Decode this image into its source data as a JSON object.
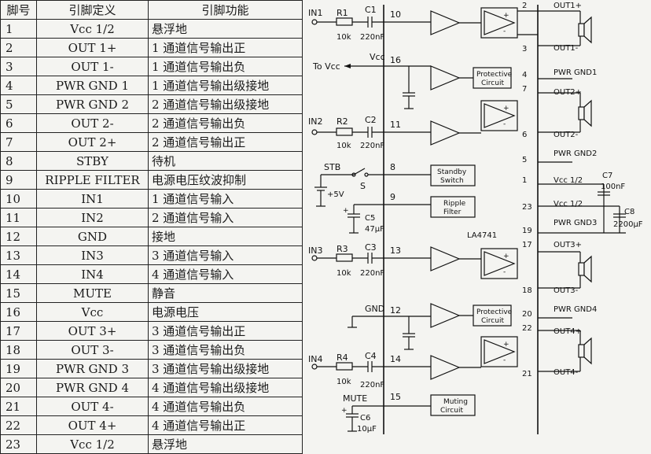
{
  "table": {
    "headers": [
      "脚号",
      "引脚定义",
      "引脚功能"
    ],
    "rows": [
      {
        "num": "1",
        "def": "Vcc 1/2",
        "fn": "悬浮地"
      },
      {
        "num": "2",
        "def": "OUT 1+",
        "fn": "1 通道信号输出正"
      },
      {
        "num": "3",
        "def": "OUT 1-",
        "fn": "1 通道信号输出负"
      },
      {
        "num": "4",
        "def": "PWR GND 1",
        "fn": "1 通道信号输出级接地"
      },
      {
        "num": "5",
        "def": "PWR GND 2",
        "fn": "2 通道信号输出级接地"
      },
      {
        "num": "6",
        "def": "OUT 2-",
        "fn": "2 通道信号输出负"
      },
      {
        "num": "7",
        "def": "OUT 2+",
        "fn": "2 通道信号输出正"
      },
      {
        "num": "8",
        "def": "STBY",
        "fn": "待机"
      },
      {
        "num": "9",
        "def": "RIPPLE FILTER",
        "fn": "电源电压纹波抑制"
      },
      {
        "num": "10",
        "def": "IN1",
        "fn": "1 通道信号输入"
      },
      {
        "num": "11",
        "def": "IN2",
        "fn": "2 通道信号输入"
      },
      {
        "num": "12",
        "def": "GND",
        "fn": "接地"
      },
      {
        "num": "13",
        "def": "IN3",
        "fn": "3 通道信号输入"
      },
      {
        "num": "14",
        "def": "IN4",
        "fn": "4 通道信号输入"
      },
      {
        "num": "15",
        "def": "MUTE",
        "fn": "静音"
      },
      {
        "num": "16",
        "def": "Vcc",
        "fn": "电源电压"
      },
      {
        "num": "17",
        "def": "OUT 3+",
        "fn": "3 通道信号输出正"
      },
      {
        "num": "18",
        "def": "OUT 3-",
        "fn": "3 通道信号输出负"
      },
      {
        "num": "19",
        "def": "PWR GND 3",
        "fn": "3 通道信号输出级接地"
      },
      {
        "num": "20",
        "def": "PWR GND 4",
        "fn": "4 通道信号输出级接地"
      },
      {
        "num": "21",
        "def": "OUT 4-",
        "fn": "4 通道信号输出负"
      },
      {
        "num": "22",
        "def": "OUT 4+",
        "fn": "4 通道信号输出正"
      },
      {
        "num": "23",
        "def": "Vcc 1/2",
        "fn": "悬浮地"
      }
    ]
  },
  "circuit": {
    "inputs": [
      {
        "label": "IN1",
        "r": "R1",
        "rv": "10k",
        "c": "C1",
        "cv": "220nF",
        "pin": "10"
      },
      {
        "label": "IN2",
        "r": "R2",
        "rv": "10k",
        "c": "C2",
        "cv": "220nF",
        "pin": "11"
      },
      {
        "label": "IN3",
        "r": "R3",
        "rv": "10k",
        "c": "C3",
        "cv": "220nF",
        "pin": "13"
      },
      {
        "label": "IN4",
        "r": "R4",
        "rv": "10k",
        "c": "C4",
        "cv": "220nF",
        "pin": "14"
      }
    ],
    "vcc_label": "Vcc",
    "to_vcc": "To Vcc",
    "pin16": "16",
    "gnd_label": "GND",
    "pin12": "12",
    "stb_label": "STB",
    "plus5v": "+5V",
    "switch_s": "S",
    "pin8": "8",
    "pin9": "9",
    "pin15": "15",
    "c5": "C5",
    "c5v": "47μF",
    "mute_label": "MUTE",
    "c6": "C6",
    "c6v": "10μF",
    "chip": "LA4741",
    "prot1": [
      "Protective",
      "Circuit"
    ],
    "prot2": [
      "Protective",
      "Circuit"
    ],
    "standby": [
      "Standby",
      "Switch"
    ],
    "ripple": [
      "Ripple",
      "Filter"
    ],
    "muting": [
      "Muting",
      "Circuit"
    ],
    "plus": "+",
    "minus": "-",
    "right_pins": {
      "p2": "2",
      "out1p": "OUT1+",
      "p3": "3",
      "out1m": "OUT1-",
      "p4": "4",
      "gnd1": "PWR GND1",
      "p7": "7",
      "out2p": "OUT2+",
      "p6": "6",
      "out2m": "OUT2-",
      "gnd2": "PWR GND2",
      "p5": "5",
      "p1": "1",
      "vcc1": "Vcc 1/2",
      "c7": "C7",
      "c7v": "100nF",
      "p23": "23",
      "vcc2": "Vcc 1/2",
      "c8": "C8",
      "c8v": "2200μF",
      "p19": "19",
      "gnd3": "PWR GND3",
      "p17": "17",
      "out3p": "OUT3+",
      "p18": "18",
      "out3m": "OUT3-",
      "gnd4": "PWR GND4",
      "p20": "20",
      "p22": "22",
      "out4p": "OUT4+",
      "p21": "21",
      "out4m": "OUT4-"
    }
  }
}
